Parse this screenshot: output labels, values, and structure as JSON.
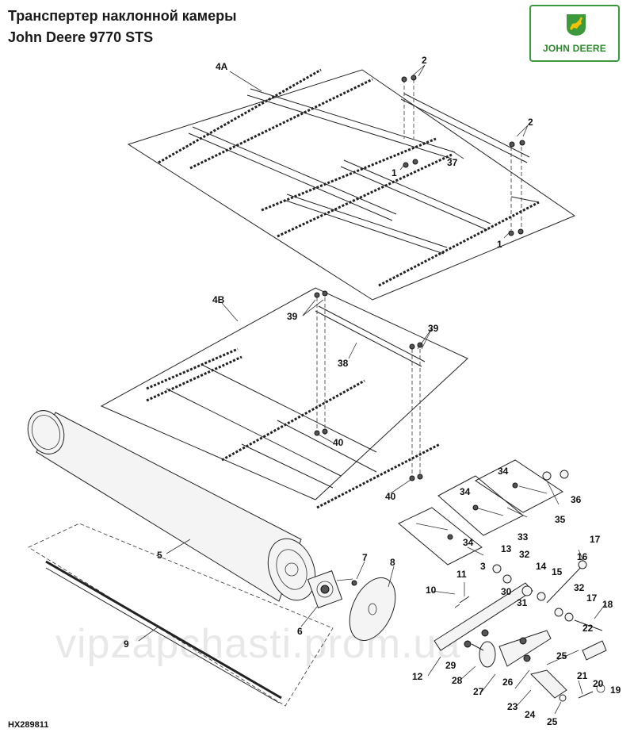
{
  "header": {
    "title_line1": "Транспертер наклонной камеры",
    "title_line2": "John Deere 9770 STS"
  },
  "logo": {
    "text": "JOHN DEERE",
    "border_color": "#3c9a3c",
    "mark_color": "#f2c200",
    "text_color": "#2a8a2a"
  },
  "figure_code": "HX289811",
  "watermark": "vipzapchasti.prom.ua",
  "callouts": {
    "c4A": "4A",
    "c2a": "2",
    "c2b": "2",
    "c37": "37",
    "c1a": "1",
    "c1b": "1",
    "c4B": "4B",
    "c39a": "39",
    "c39b": "39",
    "c38": "38",
    "c40a": "40",
    "c40b": "40",
    "c5": "5",
    "c9": "9",
    "c7": "7",
    "c8": "8",
    "c6": "6",
    "c34a": "34",
    "c36": "36",
    "c35": "35",
    "c34b": "34",
    "c33": "33",
    "c34c": "34",
    "c3": "3",
    "c13": "13",
    "c32a": "32",
    "c14": "14",
    "c15": "15",
    "c16": "16",
    "c17a": "17",
    "c11": "11",
    "c10": "10",
    "c31": "31",
    "c30": "30",
    "c32b": "32",
    "c17b": "17",
    "c18": "18",
    "c22": "22",
    "c25a": "25",
    "c29": "29",
    "c28": "28",
    "c12": "12",
    "c26": "26",
    "c27": "27",
    "c21": "21",
    "c20": "20",
    "c19": "19",
    "c23": "23",
    "c24": "24",
    "c25b": "25"
  }
}
